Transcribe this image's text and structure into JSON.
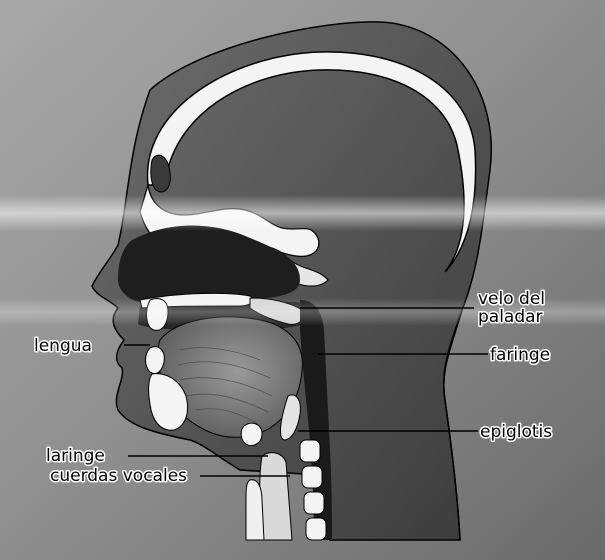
{
  "labels": {
    "velo_del_line1": "velo del",
    "velo_del_line2": "paladar",
    "lengua": "lengua",
    "faringe": "faringe",
    "epiglotis": "epiglotis",
    "laringe": "laringe",
    "cuerdas_vocales": "cuerdas vocales"
  },
  "colors": {
    "background_light": "#c9c9c9",
    "background_dark": "#4f4f4f",
    "cavity": "#1e1e1e",
    "bone": "#f4f4f4",
    "outline": "#000000"
  }
}
